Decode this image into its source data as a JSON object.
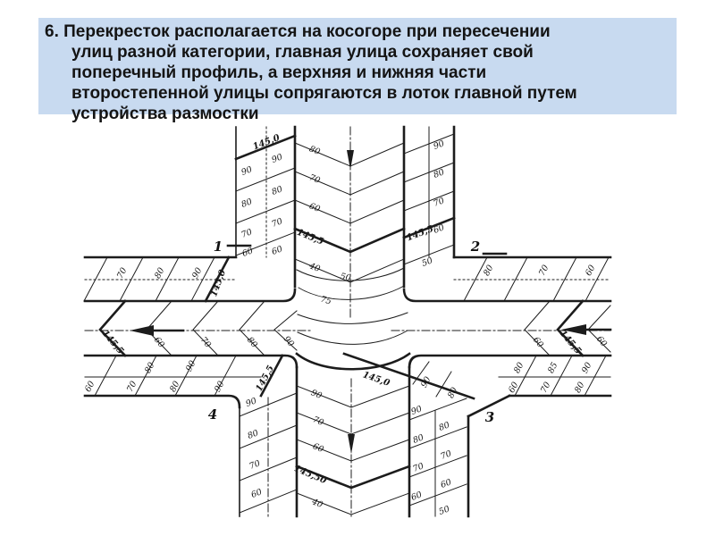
{
  "title": {
    "box_color": "#c8daf0",
    "text_color": "#141414",
    "lines": [
      "6. Перекресток располагается на косогоре при пересечении",
      "улиц разной категории, главная улица сохраняет свой",
      "поперечный профиль, а верхняя и нижняя части",
      "второстепенной улицы сопрягаются в лоток главной путем",
      "устройства размостки"
    ]
  },
  "diagram": {
    "ink_color": "#1c1c1c",
    "corner_labels": [
      "1",
      "2",
      "3",
      "4"
    ],
    "reference_elevation": "145,5",
    "labels": {
      "top_left_walk_ref": [
        "145,0"
      ],
      "top_left_walk_outer": [
        "90",
        "80",
        "70",
        "60"
      ],
      "top_left_walk_inner": [
        "90",
        "80",
        "70",
        "60"
      ],
      "top_roadway": [
        "80",
        "70",
        "60",
        "145,5",
        "40"
      ],
      "top_right_walk_outer": [
        "90",
        "80",
        "70",
        "60"
      ],
      "top_right_walk_ref": [
        "145,5"
      ],
      "top_right_walk_extra": [
        "50"
      ],
      "top_mouth": [
        "50",
        "75"
      ],
      "main_left_top_walk": [
        "70",
        "80",
        "90"
      ],
      "main_left_top_walk_ref": [
        "145,0"
      ],
      "main_left_roadway": [
        "145,5",
        "60",
        "70",
        "80",
        "90"
      ],
      "main_left_bottom_row1": [
        "80",
        "90"
      ],
      "main_left_bottom_row2": [
        "60",
        "70",
        "80",
        "90"
      ],
      "main_left_bottom_ref": [
        "145,5"
      ],
      "main_right_top_walk": [
        "80",
        "70",
        "60"
      ],
      "main_right_roadway": [
        "60",
        "145,5",
        "60"
      ],
      "main_right_bottom_row1": [
        "80",
        "85",
        "90"
      ],
      "main_right_bottom_row2": [
        "60",
        "70",
        "80"
      ],
      "flare_ref": [
        "145,0"
      ],
      "flare": [
        "90",
        "80"
      ],
      "bottom_left_walk": [
        "90",
        "80",
        "70",
        "60"
      ],
      "bottom_roadway": [
        "90",
        "70",
        "60",
        "145,50",
        "40"
      ],
      "bottom_right_walk_inner": [
        "90",
        "80",
        "70",
        "60"
      ],
      "bottom_right_walk_outer": [
        "80",
        "70",
        "60",
        "50"
      ]
    }
  }
}
